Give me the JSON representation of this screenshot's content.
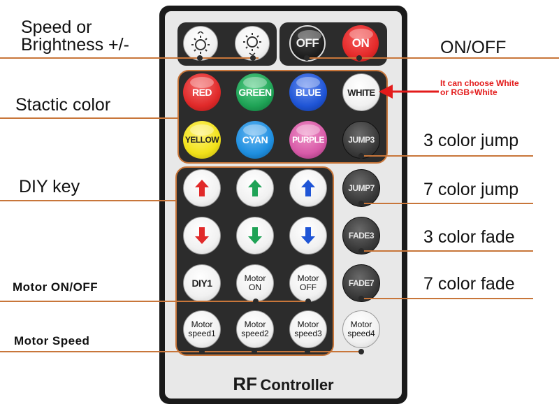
{
  "labels": {
    "speed_line1": "Speed  or",
    "speed_line2": "Brightness +/-",
    "on_off": "ON/OFF",
    "static_color": "Stactic color",
    "diy_key": "DIY key",
    "motor_on_off": "Motor  ON/OFF",
    "motor_speed": "Motor  Speed",
    "color_jump_3": "3 color jump",
    "color_jump_7": "7 color jump",
    "color_fade_3": "3 color fade",
    "color_fade_7": "7 color fade",
    "note_line1": "It can choose White",
    "note_line2": "or RGB+White"
  },
  "remote": {
    "title_rf": "RF",
    "title_controller": "Controller"
  },
  "buttons": {
    "off": "OFF",
    "on": "ON",
    "red": "RED",
    "green": "GREEN",
    "blue": "BLUE",
    "white": "WHITE",
    "yellow": "YELLOW",
    "cyan": "CYAN",
    "purple": "PURPLE",
    "jump3": "JUMP3",
    "jump7": "JUMP7",
    "fade3": "FADE3",
    "fade7": "FADE7",
    "diy1": "DIY1",
    "motor_on_l1": "Motor",
    "motor_on_l2": "ON",
    "motor_off_l1": "Motor",
    "motor_off_l2": "OFF",
    "speed1_l1": "Motor",
    "speed1_l2": "speed1",
    "speed2_l1": "Motor",
    "speed2_l2": "speed2",
    "speed3_l1": "Motor",
    "speed3_l2": "speed3",
    "speed4_l1": "Motor",
    "speed4_l2": "speed4"
  },
  "colors": {
    "leader_line": "#c8763a",
    "note_red": "#e31b1b",
    "red": "#e12a2a",
    "green": "#1fa356",
    "blue": "#1f55d6",
    "yellow": "#f2e21a",
    "cyan": "#1f8fe0",
    "purple": "#d85aa8",
    "on_red": "#e52a2a"
  }
}
